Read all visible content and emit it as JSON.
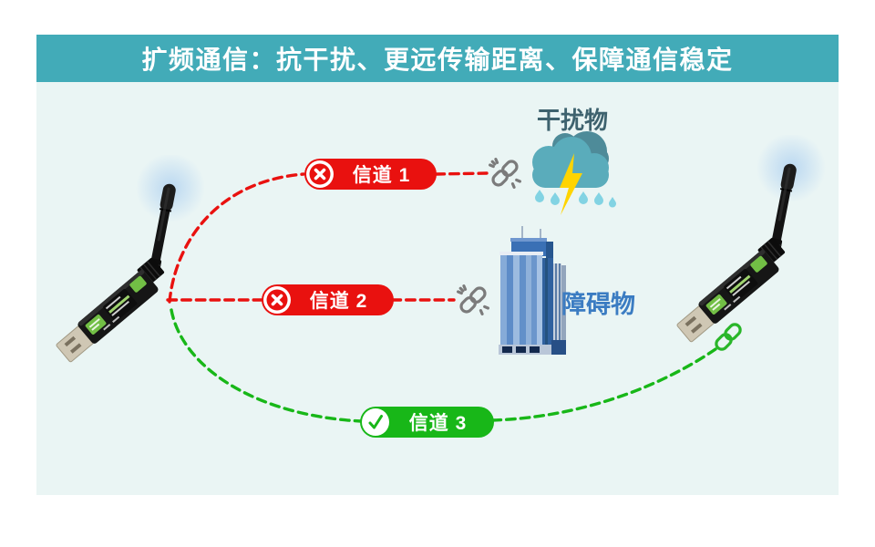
{
  "header": {
    "title": "扩频通信：抗干扰、更远传输距离、保障通信稳定"
  },
  "channels": [
    {
      "label": "信道 1",
      "status": "blocked",
      "icon": "x-circle-icon",
      "line": "red-dashed-curve"
    },
    {
      "label": "信道 2",
      "status": "blocked",
      "icon": "x-circle-icon",
      "line": "red-dashed-straight"
    },
    {
      "label": "信道 3",
      "status": "connected",
      "icon": "check-circle-icon",
      "line": "green-dashed-curve"
    }
  ],
  "interference": {
    "label": "干扰物",
    "icon": "storm-cloud-lightning-icon"
  },
  "obstacle": {
    "label": "障碍物",
    "icon": "building-icon"
  },
  "devices": {
    "left": {
      "name": "usb-antenna-dongle"
    },
    "right": {
      "name": "usb-antenna-dongle",
      "icon": "link-connected-icon"
    }
  },
  "link_icons": {
    "broken": "link-broken-icon",
    "connected": "link-connected-icon"
  },
  "colors": {
    "header_bg": "#42abb8",
    "panel_bg": "#eaf5f4",
    "blocked_red": "#e9110f",
    "ok_green": "#18b718",
    "link_gray": "#7b7b7b",
    "interference_label": "#3e626e",
    "obstacle_label": "#3b7cc2",
    "lightning_yellow": "#ffd400"
  }
}
